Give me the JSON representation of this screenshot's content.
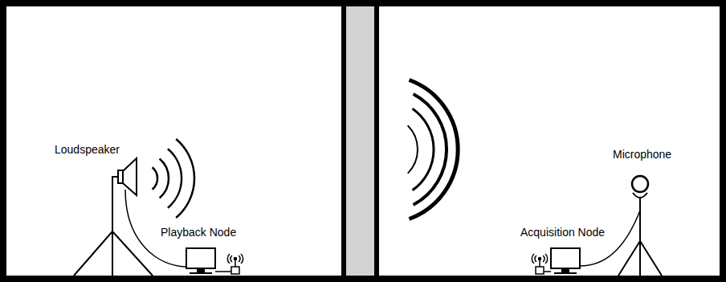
{
  "diagram": {
    "labels": [
      "Loudspeaker",
      "Playback Node",
      "Acquisition Node",
      "Microphone"
    ]
  }
}
